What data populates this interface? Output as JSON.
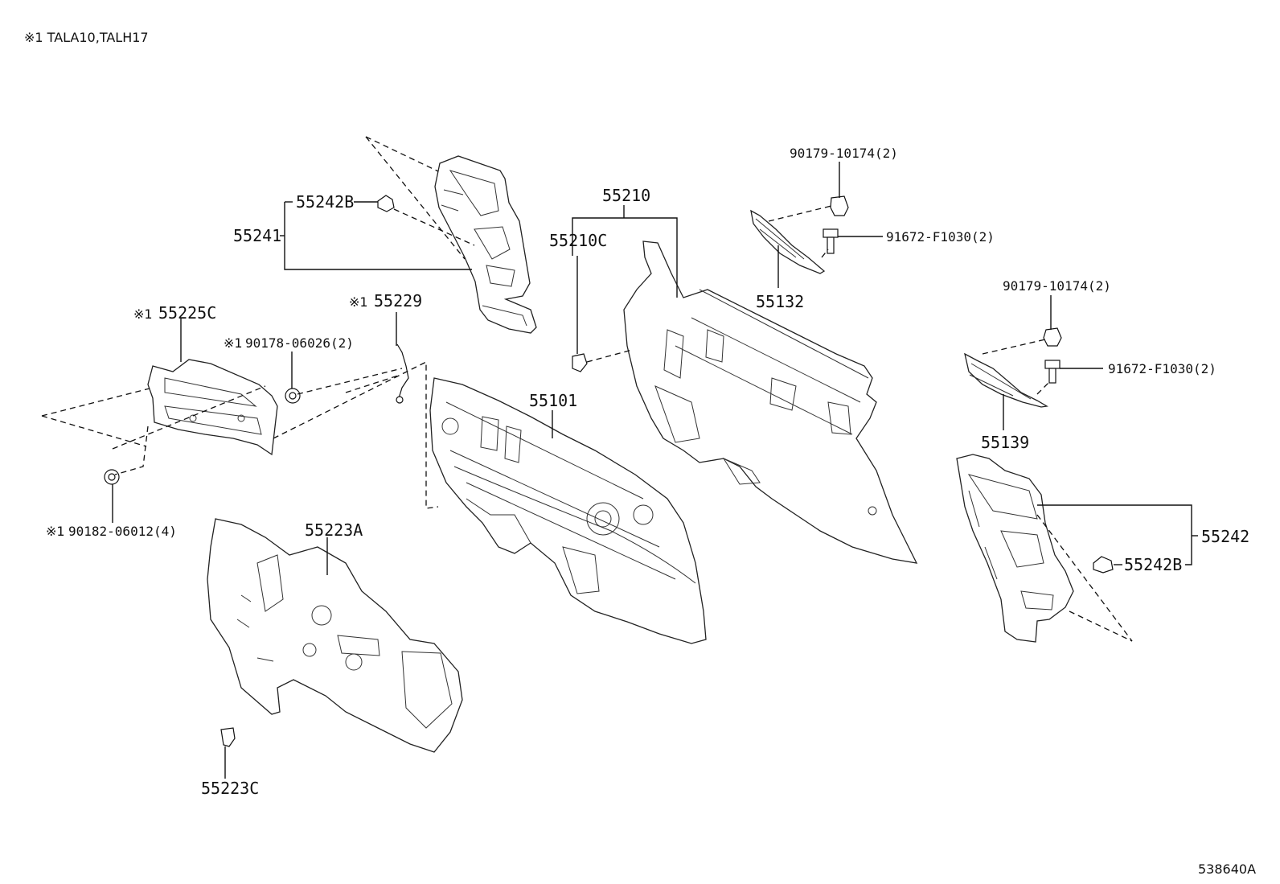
{
  "header": {
    "note": "※1 TALA10,TALH17"
  },
  "footer": {
    "drawing_number": "538640A"
  },
  "callouts": {
    "p55241": "55241",
    "p55242B_left": "55242B",
    "p55225C": "55225C",
    "p55225C_marker": "※1",
    "p55229": "55229",
    "p55229_marker": "※1",
    "p90178": "90178-06026(2)",
    "p90178_marker": "※1",
    "p90182": "90182-06012(4)",
    "p90182_marker": "※1",
    "p55223A": "55223A",
    "p55223C": "55223C",
    "p55101": "55101",
    "p55210": "55210",
    "p55210C": "55210C",
    "p90179_top": "90179-10174(2)",
    "p91672_top": "91672-F1030(2)",
    "p55132": "55132",
    "p90179_bottom": "90179-10174(2)",
    "p91672_bottom": "91672-F1030(2)",
    "p55139": "55139",
    "p55242": "55242",
    "p55242B_right": "55242B"
  }
}
